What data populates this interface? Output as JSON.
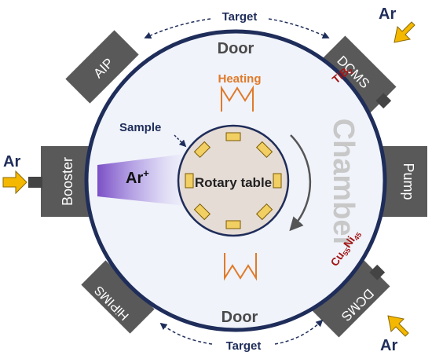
{
  "labels": {
    "target_top": "Target",
    "target_bottom": "Target",
    "door_top": "Door",
    "door_bottom": "Door",
    "heating": "Heating",
    "sample": "Sample",
    "chamber": "Chamber",
    "rotary_table": "Rotary table",
    "ar_ion_base": "Ar",
    "ar_ion_sup": "+",
    "tib2_base": "TiB",
    "tib2_sub": "2",
    "cuni_part1": "Cu",
    "cuni_sub1": "55",
    "cuni_part2": "Ni",
    "cuni_sub2": "45"
  },
  "sources": {
    "aip": "AIP",
    "dcms_top": "DCMS",
    "booster": "Booster",
    "pump": "Pump",
    "hipims": "HiPIMS",
    "dcms_bottom": "DCMS"
  },
  "gas": {
    "left": "Ar",
    "top_right": "Ar",
    "bottom_right": "Ar"
  },
  "colors": {
    "chamber_ring": "#1f2d5a",
    "chamber_fill": "#f0f3fa",
    "source_box": "#595959",
    "arrow_gold": "#f5b800",
    "heating_orange": "#e07a2a",
    "target_red": "#a31515",
    "sample_gold": "#f2cf63",
    "table_fill": "#e6dcd6",
    "plasma_purple": "#7a4fc6",
    "chamber_text": "#c8c8c8"
  }
}
